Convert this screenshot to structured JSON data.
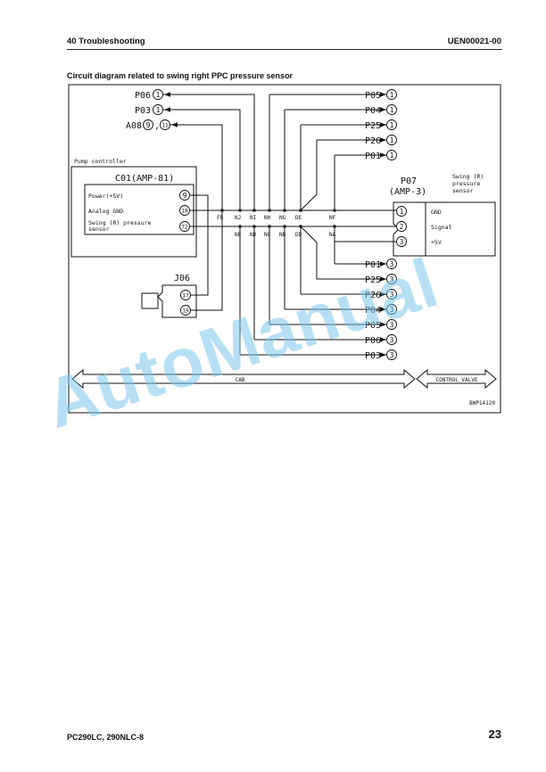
{
  "header": {
    "section": "40 Troubleshooting",
    "doc_code": "UEN00021-00"
  },
  "caption": "Circuit diagram related to swing right PPC pressure sensor",
  "diagram": {
    "left_terms": {
      "p06": "P06",
      "p03": "P03",
      "a08": "A08",
      "a08_sep": ","
    },
    "right_terms": {
      "p05a": "P05",
      "p04a": "P04",
      "p25a": "P25",
      "p26a": "P26",
      "p01a": "P01",
      "p01c": "P01",
      "p25c": "P25",
      "p26c": "P26",
      "p04c": "P04",
      "p05c": "P05",
      "p06c": "P06",
      "p03c": "P03"
    },
    "pins": {
      "one": "1",
      "two": "2",
      "three": "3",
      "nine": "9",
      "eleven": "11",
      "eighteen": "18",
      "seventeen": "17",
      "nineteen": "19",
      "seventytwo": "72"
    },
    "pump": {
      "label": "Pump controller",
      "connector": "C01(AMP-81)",
      "power": "Power(+5V)",
      "gnd": "Analog GND",
      "swing1": "Swing (R) pressure",
      "swing2": "sensor"
    },
    "j06": "J06",
    "sensor": {
      "connector1": "P07",
      "connector2": "(AMP-3)",
      "name1": "Swing (R)",
      "name2": "pressure",
      "name3": "sensor",
      "gnd": "GND",
      "signal": "Signal",
      "v5": "+5V"
    },
    "nodes_top": [
      "FR",
      "NJ",
      "NI",
      "NH",
      "NG",
      "DE",
      "NF"
    ],
    "nodes_bottom": [
      "NE",
      "ND",
      "NC",
      "NB",
      "DD",
      "NA"
    ],
    "cab": "CAB",
    "control_valve": "CONTROL VALVE",
    "figure_code": "BWP14120"
  },
  "watermark": "AutoManual",
  "footer": {
    "model": "PC290LC, 290NLC-8",
    "page": "23"
  }
}
